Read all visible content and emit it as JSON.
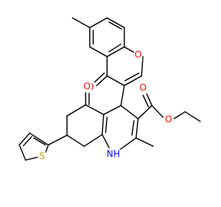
{
  "molecule": {
    "atoms": {
      "o_pyranone_ring": "O",
      "o_pyranone_carbonyl": "O",
      "o_ketone": "O",
      "o_ester_carbonyl": "O",
      "o_ester_ether": "O",
      "s_thiophene": "S",
      "nh": "NH"
    },
    "colors": {
      "carbon_bond": "#000000",
      "oxygen": "#ff0000",
      "nitrogen": "#0000ff",
      "sulfur": "#c8a000"
    }
  }
}
